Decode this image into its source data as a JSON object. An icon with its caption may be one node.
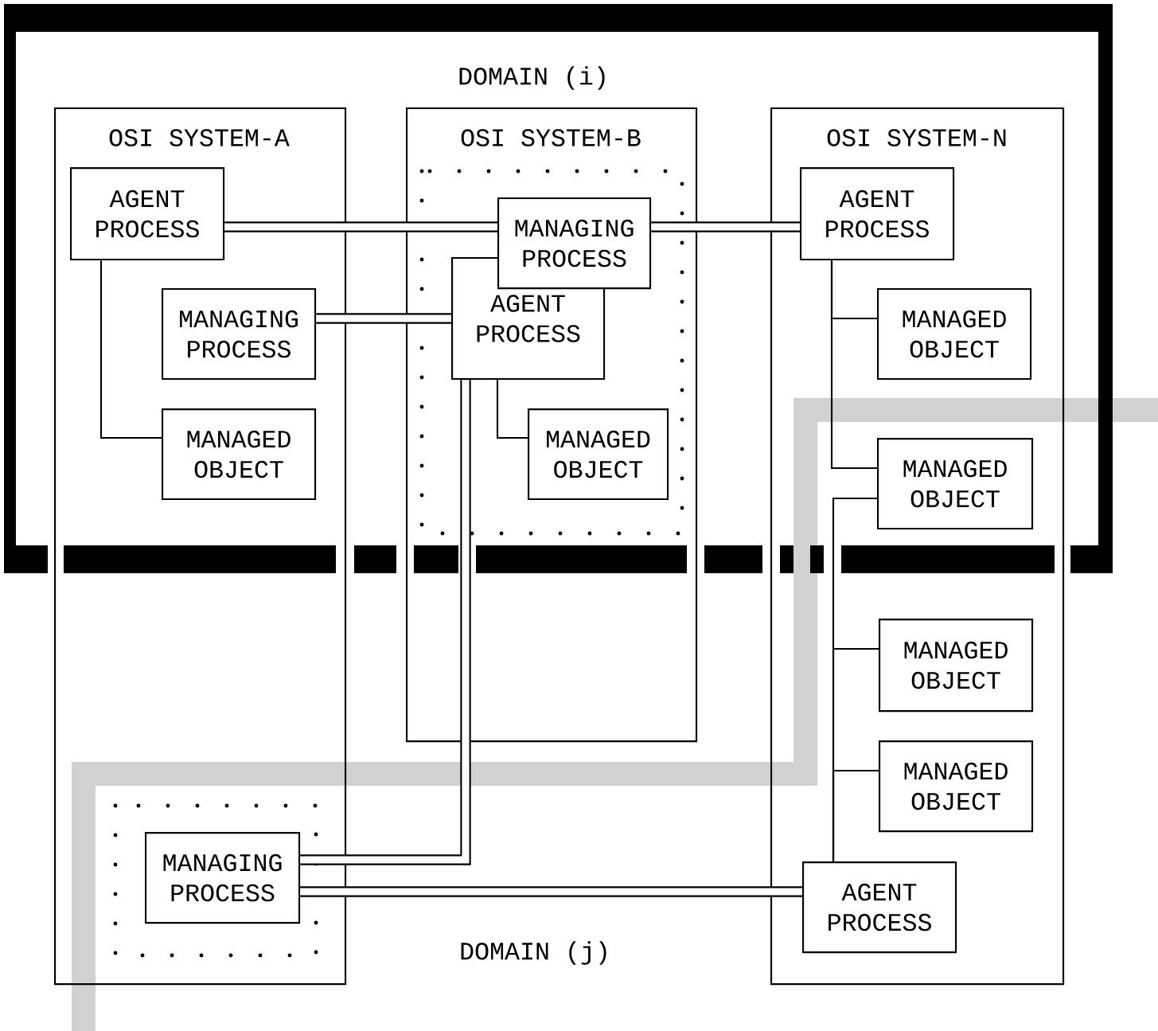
{
  "diagram": {
    "nodes": [
      {
        "text": [
          "OSI SYSTEM-A"
        ]
      },
      {
        "text": [
          "OSI SYSTEM-B"
        ]
      },
      {
        "text": [
          "OSI SYSTEM-N"
        ]
      },
      {
        "text": [
          "AGENT PROCESS"
        ],
        "in": 0
      },
      {
        "text": [
          "MANAGING PROCESS"
        ],
        "in": 0
      },
      {
        "text": [
          "MANAGED OBJECT"
        ],
        "in": 0
      },
      {
        "text": [
          "MANAGING PROCESS"
        ],
        "in": 1
      },
      {
        "text": [
          "AGENT PROCESS"
        ],
        "in": 1
      },
      {
        "text": [
          "MANAGED OBJECT"
        ],
        "in": 1
      },
      {
        "text": [
          "AGENT PROCESS"
        ],
        "in": 2
      },
      {
        "text": [
          "MANAGED OBJECT"
        ],
        "in": 2
      },
      {
        "text": [
          "MANAGED OBJECT"
        ],
        "in": 2
      },
      {
        "text": [
          "MANAGED OBJECT"
        ],
        "in": 2
      },
      {
        "text": [
          "MANAGED OBJECT"
        ],
        "in": 2
      },
      {
        "text": [
          "AGENT PROCESS"
        ],
        "in": 2
      },
      {
        "text": [
          "MANAGING PROCESS"
        ],
        "in": 0
      }
    ],
    "edges": [
      {
        "from": 3,
        "to": 6,
        "arrow": "none",
        "style": "thick"
      },
      {
        "from": 6,
        "to": 9,
        "arrow": "none",
        "style": "thick"
      },
      {
        "from": 4,
        "to": 7,
        "arrow": "none",
        "style": "thick"
      },
      {
        "from": 7,
        "to": 15,
        "arrow": "none",
        "style": "thick"
      },
      {
        "from": 15,
        "to": 14,
        "arrow": "none",
        "style": "thick"
      },
      {
        "from": 3,
        "to": 5,
        "arrow": "none"
      },
      {
        "from": 7,
        "to": 8,
        "arrow": "none"
      },
      {
        "from": 9,
        "to": 10,
        "arrow": "none"
      },
      {
        "from": 9,
        "to": 11,
        "arrow": "none"
      },
      {
        "from": 14,
        "to": 11,
        "arrow": "none"
      },
      {
        "from": 14,
        "to": 12,
        "arrow": "none"
      },
      {
        "from": 14,
        "to": 13,
        "arrow": "none"
      }
    ],
    "labels": [
      "DOMAIN (i)",
      "DOMAIN (j)"
    ]
  }
}
